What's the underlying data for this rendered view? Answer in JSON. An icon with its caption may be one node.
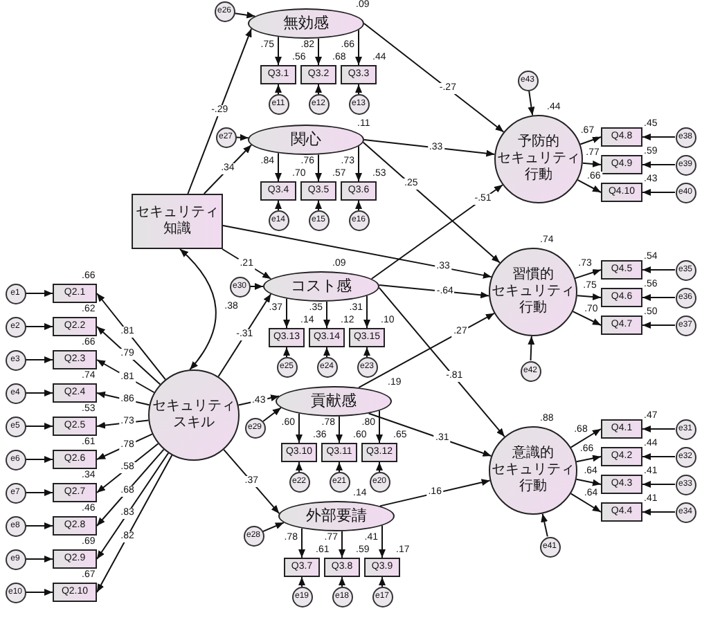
{
  "diagram": {
    "nodes": [
      {
        "text": [
          "セキュリティ知識"
        ]
      },
      {
        "text": [
          "セキュリティスキル"
        ]
      },
      {
        "text": [
          "Q2.1"
        ],
        "beside": [
          ".66"
        ]
      },
      {
        "text": [
          "Q2.2"
        ],
        "beside": [
          ".62"
        ]
      },
      {
        "text": [
          "Q2.3"
        ],
        "beside": [
          ".66"
        ]
      },
      {
        "text": [
          "Q2.4"
        ],
        "beside": [
          ".74"
        ]
      },
      {
        "text": [
          "Q2.5"
        ],
        "beside": [
          ".53"
        ]
      },
      {
        "text": [
          "Q2.6"
        ],
        "beside": [
          ".61"
        ]
      },
      {
        "text": [
          "Q2.7"
        ],
        "beside": [
          ".34"
        ]
      },
      {
        "text": [
          "Q2.8"
        ],
        "beside": [
          ".46"
        ]
      },
      {
        "text": [
          "Q2.9"
        ],
        "beside": [
          ".69"
        ]
      },
      {
        "text": [
          "Q2.10"
        ],
        "beside": [
          ".67"
        ]
      },
      {
        "text": [
          "e1"
        ]
      },
      {
        "text": [
          "e2"
        ]
      },
      {
        "text": [
          "e3"
        ]
      },
      {
        "text": [
          "e4"
        ]
      },
      {
        "text": [
          "e5"
        ]
      },
      {
        "text": [
          "e6"
        ]
      },
      {
        "text": [
          "e7"
        ]
      },
      {
        "text": [
          "e8"
        ]
      },
      {
        "text": [
          "e9"
        ]
      },
      {
        "text": [
          "e10"
        ]
      },
      {
        "text": [
          "無効感"
        ],
        "beside": [
          ".09"
        ]
      },
      {
        "text": [
          "関心"
        ],
        "beside": [
          ".11"
        ]
      },
      {
        "text": [
          "コスト感"
        ],
        "beside": [
          ".09"
        ]
      },
      {
        "text": [
          "貢献感"
        ],
        "beside": [
          ".19"
        ]
      },
      {
        "text": [
          "外部要請"
        ],
        "beside": [
          ".14"
        ]
      },
      {
        "text": [
          "e26"
        ]
      },
      {
        "text": [
          "e27"
        ]
      },
      {
        "text": [
          "e30"
        ]
      },
      {
        "text": [
          "e29"
        ]
      },
      {
        "text": [
          "e28"
        ]
      },
      {
        "text": [
          "Q3.1"
        ],
        "beside": [
          ".56"
        ]
      },
      {
        "text": [
          "Q3.2"
        ],
        "beside": [
          ".68"
        ]
      },
      {
        "text": [
          "Q3.3"
        ],
        "beside": [
          ".44"
        ]
      },
      {
        "text": [
          "Q3.4"
        ],
        "beside": [
          ".70"
        ]
      },
      {
        "text": [
          "Q3.5"
        ],
        "beside": [
          ".57"
        ]
      },
      {
        "text": [
          "Q3.6"
        ],
        "beside": [
          ".53"
        ]
      },
      {
        "text": [
          "Q3.13"
        ],
        "beside": [
          ".14"
        ]
      },
      {
        "text": [
          "Q3.14"
        ],
        "beside": [
          ".12"
        ]
      },
      {
        "text": [
          "Q3.15"
        ],
        "beside": [
          ".10"
        ]
      },
      {
        "text": [
          "Q3.10"
        ],
        "beside": [
          ".36"
        ]
      },
      {
        "text": [
          "Q3.11"
        ],
        "beside": [
          ".60"
        ]
      },
      {
        "text": [
          "Q3.12"
        ],
        "beside": [
          ".65"
        ]
      },
      {
        "text": [
          "Q3.7"
        ],
        "beside": [
          ".61"
        ]
      },
      {
        "text": [
          "Q3.8"
        ],
        "beside": [
          ".59"
        ]
      },
      {
        "text": [
          "Q3.9"
        ],
        "beside": [
          ".17"
        ]
      },
      {
        "text": [
          "e11"
        ]
      },
      {
        "text": [
          "e12"
        ]
      },
      {
        "text": [
          "e13"
        ]
      },
      {
        "text": [
          "e14"
        ]
      },
      {
        "text": [
          "e15"
        ]
      },
      {
        "text": [
          "e16"
        ]
      },
      {
        "text": [
          "e25"
        ]
      },
      {
        "text": [
          "e24"
        ]
      },
      {
        "text": [
          "e23"
        ]
      },
      {
        "text": [
          "e22"
        ]
      },
      {
        "text": [
          "e21"
        ]
      },
      {
        "text": [
          "e20"
        ]
      },
      {
        "text": [
          "e19"
        ]
      },
      {
        "text": [
          "e18"
        ]
      },
      {
        "text": [
          "e17"
        ]
      },
      {
        "text": [
          "予防的セキュリティ行動"
        ],
        "beside": [
          ".44"
        ]
      },
      {
        "text": [
          "習慣的セキュリティ行動"
        ],
        "beside": [
          ".74"
        ]
      },
      {
        "text": [
          "意識的セキュリティ行動"
        ],
        "beside": [
          ".88"
        ]
      },
      {
        "text": [
          "e43"
        ]
      },
      {
        "text": [
          "e42"
        ]
      },
      {
        "text": [
          "e41"
        ]
      },
      {
        "text": [
          "Q4.8"
        ],
        "beside": [
          ".45"
        ]
      },
      {
        "text": [
          "Q4.9"
        ],
        "beside": [
          ".59"
        ]
      },
      {
        "text": [
          "Q4.10"
        ],
        "beside": [
          ".43"
        ]
      },
      {
        "text": [
          "Q4.5"
        ],
        "beside": [
          ".54"
        ]
      },
      {
        "text": [
          "Q4.6"
        ],
        "beside": [
          ".56"
        ]
      },
      {
        "text": [
          "Q4.7"
        ],
        "beside": [
          ".50"
        ]
      },
      {
        "text": [
          "Q4.1"
        ],
        "beside": [
          ".47"
        ]
      },
      {
        "text": [
          "Q4.2"
        ],
        "beside": [
          ".44"
        ]
      },
      {
        "text": [
          "Q4.3"
        ],
        "beside": [
          ".41"
        ]
      },
      {
        "text": [
          "Q4.4"
        ],
        "beside": [
          ".41"
        ]
      },
      {
        "text": [
          "e38"
        ]
      },
      {
        "text": [
          "e39"
        ]
      },
      {
        "text": [
          "e40"
        ]
      },
      {
        "text": [
          "e35"
        ]
      },
      {
        "text": [
          "e36"
        ]
      },
      {
        "text": [
          "e37"
        ]
      },
      {
        "text": [
          "e31"
        ]
      },
      {
        "text": [
          "e32"
        ]
      },
      {
        "text": [
          "e33"
        ]
      },
      {
        "text": [
          "e34"
        ]
      }
    ],
    "edges": [
      {
        "from": 0,
        "to": 22,
        "arrow": "to",
        "label": "-.29"
      },
      {
        "from": 0,
        "to": 23,
        "arrow": "to",
        "label": ".34"
      },
      {
        "from": 0,
        "to": 24,
        "arrow": "to",
        "label": ".21"
      },
      {
        "from": 0,
        "to": 63,
        "arrow": "to",
        "label": ".33"
      },
      {
        "from": 1,
        "to": 24,
        "arrow": "to",
        "label": "-.31"
      },
      {
        "from": 1,
        "to": 25,
        "arrow": "to",
        "label": ".43"
      },
      {
        "from": 1,
        "to": 26,
        "arrow": "to",
        "label": ".37"
      },
      {
        "from": 22,
        "to": 62,
        "arrow": "to",
        "label": "-.27"
      },
      {
        "from": 23,
        "to": 62,
        "arrow": "to",
        "label": ".33"
      },
      {
        "from": 23,
        "to": 63,
        "arrow": "to",
        "label": ".25"
      },
      {
        "from": 24,
        "to": 62,
        "arrow": "to",
        "label": "-.51"
      },
      {
        "from": 24,
        "to": 63,
        "arrow": "to",
        "label": "-.64"
      },
      {
        "from": 24,
        "to": 64,
        "arrow": "to",
        "label": "-.81"
      },
      {
        "from": 25,
        "to": 63,
        "arrow": "to",
        "label": ".27"
      },
      {
        "from": 25,
        "to": 64,
        "arrow": "to",
        "label": ".31"
      },
      {
        "from": 26,
        "to": 64,
        "arrow": "to",
        "label": ".16"
      },
      {
        "from": 0,
        "to": 1,
        "arrow": "both",
        "label": ".38"
      },
      {
        "from": 1,
        "to": 2,
        "arrow": "to",
        "label": ".81"
      },
      {
        "from": 1,
        "to": 3,
        "arrow": "to",
        "label": ".79"
      },
      {
        "from": 1,
        "to": 4,
        "arrow": "to",
        "label": ".81"
      },
      {
        "from": 1,
        "to": 5,
        "arrow": "to",
        "label": ".86"
      },
      {
        "from": 1,
        "to": 6,
        "arrow": "to",
        "label": ".73"
      },
      {
        "from": 1,
        "to": 7,
        "arrow": "to",
        "label": ".78"
      },
      {
        "from": 1,
        "to": 8,
        "arrow": "to",
        "label": ".58"
      },
      {
        "from": 1,
        "to": 9,
        "arrow": "to",
        "label": ".68"
      },
      {
        "from": 1,
        "to": 10,
        "arrow": "to",
        "label": ".83"
      },
      {
        "from": 1,
        "to": 11,
        "arrow": "to",
        "label": ".82"
      },
      {
        "from": 22,
        "to": 32,
        "arrow": "to",
        "label": ".75"
      },
      {
        "from": 22,
        "to": 33,
        "arrow": "to",
        "label": ".82"
      },
      {
        "from": 22,
        "to": 34,
        "arrow": "to",
        "label": ".66"
      },
      {
        "from": 23,
        "to": 35,
        "arrow": "to",
        "label": ".84"
      },
      {
        "from": 23,
        "to": 36,
        "arrow": "to",
        "label": ".76"
      },
      {
        "from": 23,
        "to": 37,
        "arrow": "to",
        "label": ".73"
      },
      {
        "from": 24,
        "to": 38,
        "arrow": "to",
        "label": ".37"
      },
      {
        "from": 24,
        "to": 39,
        "arrow": "to",
        "label": ".35"
      },
      {
        "from": 24,
        "to": 40,
        "arrow": "to",
        "label": ".31"
      },
      {
        "from": 25,
        "to": 41,
        "arrow": "to",
        "label": ".60"
      },
      {
        "from": 25,
        "to": 42,
        "arrow": "to",
        "label": ".78"
      },
      {
        "from": 25,
        "to": 43,
        "arrow": "to",
        "label": ".80"
      },
      {
        "from": 26,
        "to": 44,
        "arrow": "to",
        "label": ".78"
      },
      {
        "from": 26,
        "to": 45,
        "arrow": "to",
        "label": ".77"
      },
      {
        "from": 26,
        "to": 46,
        "arrow": "to",
        "label": ".41"
      },
      {
        "from": 62,
        "to": 68,
        "arrow": "to",
        "label": ".67"
      },
      {
        "from": 62,
        "to": 69,
        "arrow": "to",
        "label": ".77"
      },
      {
        "from": 62,
        "to": 70,
        "arrow": "to",
        "label": ".66"
      },
      {
        "from": 63,
        "to": 71,
        "arrow": "to",
        "label": ".73"
      },
      {
        "from": 63,
        "to": 72,
        "arrow": "to",
        "label": ".75"
      },
      {
        "from": 63,
        "to": 73,
        "arrow": "to",
        "label": ".70"
      },
      {
        "from": 64,
        "to": 74,
        "arrow": "to",
        "label": ".68"
      },
      {
        "from": 64,
        "to": 75,
        "arrow": "to",
        "label": ".66"
      },
      {
        "from": 64,
        "to": 76,
        "arrow": "to",
        "label": ".64"
      },
      {
        "from": 64,
        "to": 77,
        "arrow": "to",
        "label": ".64"
      },
      {
        "from": 12,
        "to": 2,
        "arrow": "to"
      },
      {
        "from": 13,
        "to": 3,
        "arrow": "to"
      },
      {
        "from": 14,
        "to": 4,
        "arrow": "to"
      },
      {
        "from": 15,
        "to": 5,
        "arrow": "to"
      },
      {
        "from": 16,
        "to": 6,
        "arrow": "to"
      },
      {
        "from": 17,
        "to": 7,
        "arrow": "to"
      },
      {
        "from": 18,
        "to": 8,
        "arrow": "to"
      },
      {
        "from": 19,
        "to": 9,
        "arrow": "to"
      },
      {
        "from": 20,
        "to": 10,
        "arrow": "to"
      },
      {
        "from": 21,
        "to": 11,
        "arrow": "to"
      },
      {
        "from": 47,
        "to": 32,
        "arrow": "to"
      },
      {
        "from": 48,
        "to": 33,
        "arrow": "to"
      },
      {
        "from": 49,
        "to": 34,
        "arrow": "to"
      },
      {
        "from": 50,
        "to": 35,
        "arrow": "to"
      },
      {
        "from": 51,
        "to": 36,
        "arrow": "to"
      },
      {
        "from": 52,
        "to": 37,
        "arrow": "to"
      },
      {
        "from": 53,
        "to": 38,
        "arrow": "to"
      },
      {
        "from": 54,
        "to": 39,
        "arrow": "to"
      },
      {
        "from": 55,
        "to": 40,
        "arrow": "to"
      },
      {
        "from": 56,
        "to": 41,
        "arrow": "to"
      },
      {
        "from": 57,
        "to": 42,
        "arrow": "to"
      },
      {
        "from": 58,
        "to": 43,
        "arrow": "to"
      },
      {
        "from": 59,
        "to": 44,
        "arrow": "to"
      },
      {
        "from": 60,
        "to": 45,
        "arrow": "to"
      },
      {
        "from": 61,
        "to": 46,
        "arrow": "to"
      },
      {
        "from": 27,
        "to": 22,
        "arrow": "to"
      },
      {
        "from": 28,
        "to": 23,
        "arrow": "to"
      },
      {
        "from": 29,
        "to": 24,
        "arrow": "to"
      },
      {
        "from": 30,
        "to": 25,
        "arrow": "to"
      },
      {
        "from": 31,
        "to": 26,
        "arrow": "to"
      },
      {
        "from": 65,
        "to": 62,
        "arrow": "to"
      },
      {
        "from": 66,
        "to": 63,
        "arrow": "to"
      },
      {
        "from": 67,
        "to": 64,
        "arrow": "to"
      },
      {
        "from": 78,
        "to": 68,
        "arrow": "to"
      },
      {
        "from": 79,
        "to": 69,
        "arrow": "to"
      },
      {
        "from": 80,
        "to": 70,
        "arrow": "to"
      },
      {
        "from": 81,
        "to": 71,
        "arrow": "to"
      },
      {
        "from": 82,
        "to": 72,
        "arrow": "to"
      },
      {
        "from": 83,
        "to": 73,
        "arrow": "to"
      },
      {
        "from": 84,
        "to": 74,
        "arrow": "to"
      },
      {
        "from": 85,
        "to": 75,
        "arrow": "to"
      },
      {
        "from": 86,
        "to": 76,
        "arrow": "to"
      },
      {
        "from": 87,
        "to": 77,
        "arrow": "to"
      }
    ]
  }
}
